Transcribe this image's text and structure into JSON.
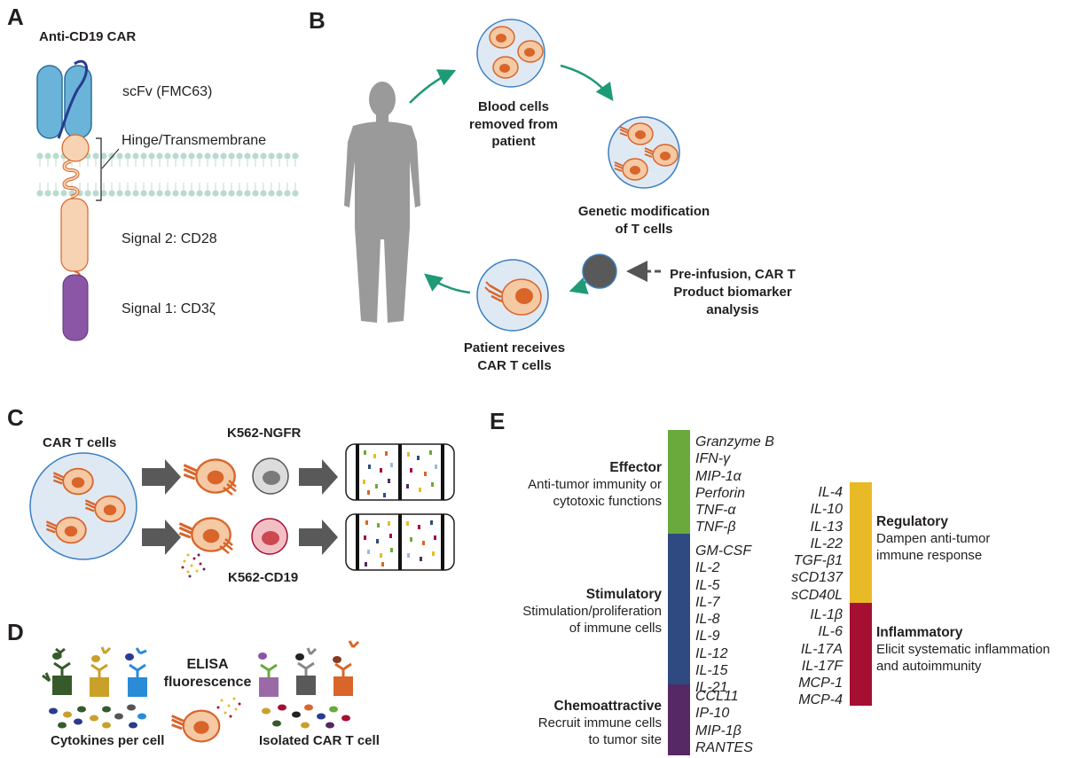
{
  "panels": {
    "a": "A",
    "b": "B",
    "c": "C",
    "d": "D",
    "e": "E"
  },
  "panel_a": {
    "title": "Anti-CD19 CAR",
    "scfv": "scFv (FMC63)",
    "hinge": "Hinge/Transmembrane",
    "signal2": "Signal 2: CD28",
    "signal1": "Signal 1: CD3ζ"
  },
  "panel_b": {
    "step1": [
      "Blood cells",
      "removed from",
      "patient"
    ],
    "step2": [
      "Genetic modification",
      "of T cells"
    ],
    "step3": [
      "Pre-infusion, CAR T",
      "Product biomarker",
      "analysis"
    ],
    "step4": [
      "Patient receives",
      "CAR T cells"
    ]
  },
  "panel_c": {
    "car_t": "CAR T cells",
    "target1": "K562-NGFR",
    "target2": "K562-CD19"
  },
  "panel_d": {
    "assay": [
      "ELISA",
      "fluorescence"
    ],
    "left_label": "Cytokines per cell",
    "right_label": "Isolated CAR T cell"
  },
  "panel_e": {
    "effector": {
      "title": "Effector",
      "desc": [
        "Anti-tumor immunity or",
        "cytotoxic functions"
      ],
      "items": [
        "Granzyme B",
        "IFN-γ",
        "MIP-1α",
        "Perforin",
        "TNF-α",
        "TNF-β"
      ]
    },
    "stimulatory": {
      "title": "Stimulatory",
      "desc": [
        "Stimulation/proliferation",
        "of immune cells"
      ],
      "items": [
        "GM-CSF",
        "IL-2",
        "IL-5",
        "IL-7",
        "IL-8",
        "IL-9",
        "IL-12",
        "IL-15",
        "IL-21"
      ]
    },
    "chemoattractive": {
      "title": "Chemoattractive",
      "desc": [
        "Recruit immune cells",
        "to tumor site"
      ],
      "items": [
        "CCL11",
        "IP-10",
        "MIP-1β",
        "RANTES"
      ]
    },
    "regulatory": {
      "title": "Regulatory",
      "desc": [
        "Dampen anti-tumor",
        "immune response"
      ],
      "items": [
        "IL-4",
        "IL-10",
        "IL-13",
        "IL-22",
        "TGF-β1",
        "sCD137",
        "sCD40L"
      ]
    },
    "inflammatory": {
      "title": "Inflammatory",
      "desc": [
        "Elicit systematic inflammation",
        "and autoimmunity"
      ],
      "items": [
        "IL-1β",
        "IL-6",
        "IL-17A",
        "IL-17F",
        "MCP-1",
        "MCP-4"
      ]
    }
  },
  "colors": {
    "effector": "#6aaa3c",
    "stimulatory": "#2e4a80",
    "chemoattractive": "#562864",
    "regulatory": "#e8bb26",
    "inflammatory": "#a50f32",
    "arrow_teal": "#1e9a76",
    "cell_fill": "#f4c9a4",
    "nucleus": "#d9652a",
    "circle_fill": "#dfe9f4",
    "circle_stroke": "#3a7fc1"
  }
}
